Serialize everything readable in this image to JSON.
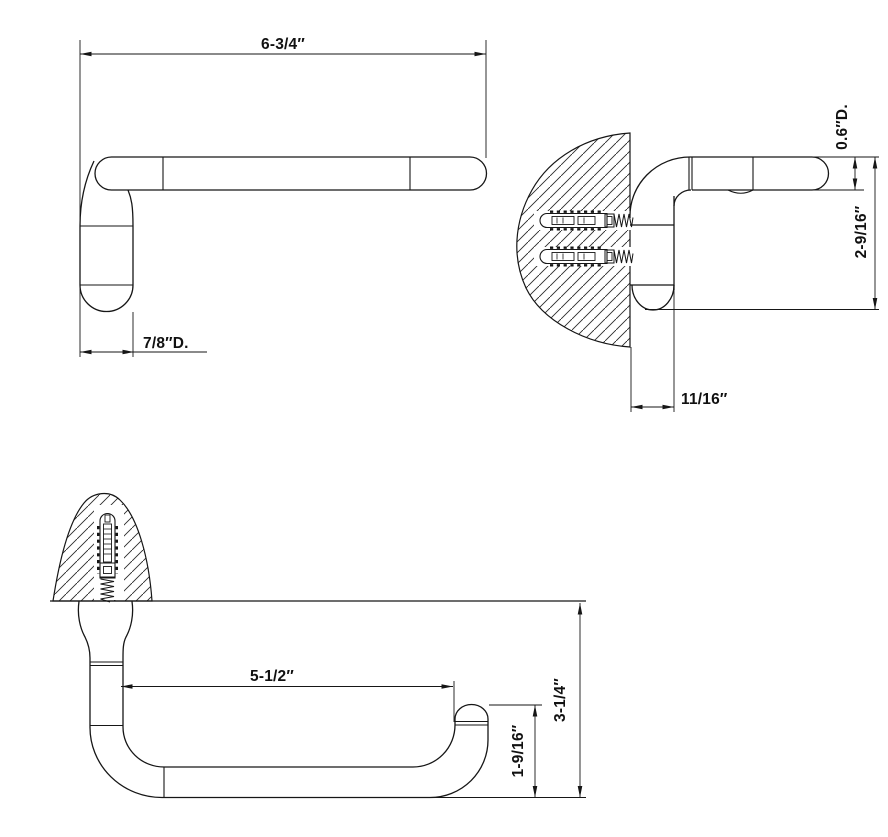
{
  "document": {
    "type": "technical-dimension-drawing",
    "views": {
      "front": "front elevation of bar with mounting post",
      "side": "side section at wall with two wall anchors",
      "plan": "top section at wall with one wall anchor"
    }
  },
  "dims": {
    "front_width": "6-3/4″",
    "front_post_dia": "7/8″D.",
    "side_bar_dia": "0.6″D.",
    "side_height": "2-9/16″",
    "side_wall_offset": "11/16″",
    "plan_bar_length": "5-1/2″",
    "plan_end_return": "1-9/16″",
    "plan_depth": "3-1/4″"
  },
  "colors": {
    "line": "#161616",
    "background": "#ffffff",
    "hatch": "#2a2a2a"
  }
}
